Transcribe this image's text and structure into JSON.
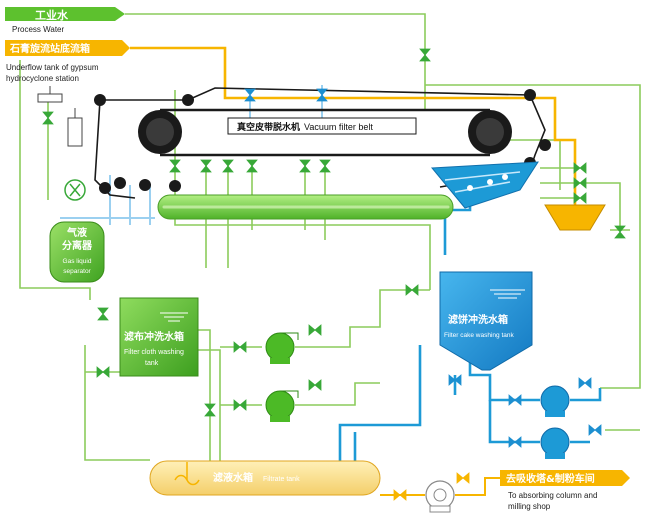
{
  "labels": {
    "process_water_cn": "工业水",
    "process_water_en": "Process Water",
    "underflow_tank_cn": "石膏旋流站底流箱",
    "underflow_tank_en_1": "Underflow tank of gypsum",
    "underflow_tank_en_2": "hydrocyclone station",
    "vacuum_belt_cn": "真空皮带脱水机",
    "vacuum_belt_en": "Vacuum filter belt",
    "gas_sep_cn_1": "气液",
    "gas_sep_cn_2": "分离器",
    "gas_sep_en_1": "Gas liquid",
    "gas_sep_en_2": "separator",
    "cloth_tank_cn": "滤布冲洗水箱",
    "cloth_tank_en_1": "Filter cloth washing",
    "cloth_tank_en_2": "tank",
    "cake_tank_cn": "滤饼冲洗水箱",
    "cake_tank_en": "Filter cake washing tank",
    "filtrate_tank_cn": "滤液水箱",
    "filtrate_tank_en": "Filtrate tank",
    "absorb_cn": "去吸收塔&制粉车间",
    "absorb_en_1": "To absorbing column and",
    "absorb_en_2": "milling shop"
  },
  "colors": {
    "process_water": "#7bc142",
    "slurry": "#f7b500",
    "filtrate": "#9bd0f0",
    "cake_wash": "#1d9ad6",
    "equipment_green": "#5dc12e",
    "valve_green": "#38a838",
    "valve_blue": "#1d8fd0",
    "belt": "#1a1a1a",
    "filtrate_tank_fill": "#fbe39a"
  }
}
